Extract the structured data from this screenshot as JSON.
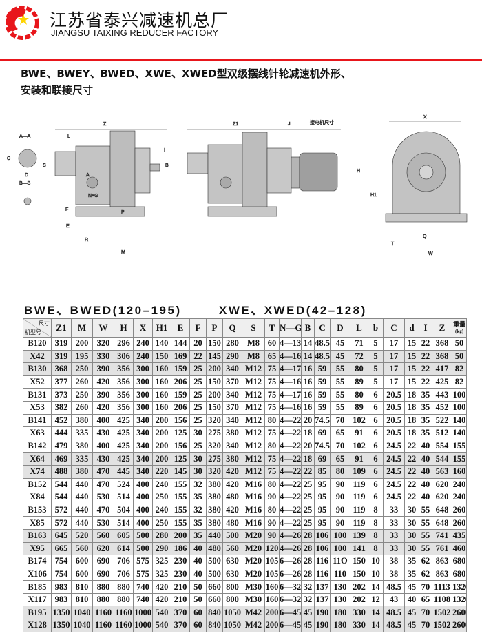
{
  "header": {
    "company_cn": "江苏省泰兴减速机总厂",
    "company_en": "JIANGSU TAIXING REDUCER FACTORY",
    "accent_color": "#e8161b"
  },
  "title": {
    "line1": "BWE、BWEY、BWED、XWE、XWED型双级摆线针轮减速机外形、",
    "line2": "安装和联接尺寸"
  },
  "drawings": {
    "labels": {
      "z": "Z",
      "z1": "Z1",
      "j": "J",
      "motor": "接电机尺寸",
      "x": "X",
      "h": "H",
      "h1": "H1",
      "q": "Q",
      "w": "W",
      "t": "T",
      "m": "M",
      "p": "P",
      "r": "R",
      "e": "E",
      "l": "L",
      "nxg": "N×G",
      "aa": "A—A",
      "bb": "B—B",
      "a": "A",
      "b": "B",
      "c": "C",
      "d": "D",
      "s": "S",
      "f": "F",
      "i": "I"
    }
  },
  "table": {
    "subtitle_left": "BWE、BWED(120–195)",
    "subtitle_right": "XWE、XWED(42–128)",
    "corner_top": "尺寸",
    "corner_bottom": "机型号",
    "columns": [
      "Z1",
      "M",
      "W",
      "H",
      "X",
      "H1",
      "E",
      "F",
      "P",
      "Q",
      "S",
      "T",
      "N—G",
      "B",
      "C",
      "D",
      "L",
      "b",
      "C",
      "d",
      "I",
      "Z"
    ],
    "weight_label": "重量",
    "weight_unit": "(kg)",
    "rows": [
      [
        "B120",
        "319",
        "200",
        "320",
        "296",
        "240",
        "140",
        "144",
        "20",
        "150",
        "280",
        "M8",
        "60",
        "4—13",
        "14",
        "48.5",
        "45",
        "71",
        "5",
        "17",
        "15",
        "22",
        "368",
        "50"
      ],
      [
        "X42",
        "319",
        "195",
        "330",
        "306",
        "240",
        "150",
        "169",
        "22",
        "145",
        "290",
        "M8",
        "65",
        "4—16",
        "14",
        "48.5",
        "45",
        "72",
        "5",
        "17",
        "15",
        "22",
        "368",
        "50"
      ],
      [
        "B130",
        "368",
        "250",
        "390",
        "356",
        "300",
        "160",
        "159",
        "25",
        "200",
        "340",
        "M12",
        "75",
        "4—17",
        "16",
        "59",
        "55",
        "80",
        "5",
        "17",
        "15",
        "22",
        "417",
        "82"
      ],
      [
        "X52",
        "377",
        "260",
        "420",
        "356",
        "300",
        "160",
        "206",
        "25",
        "150",
        "370",
        "M12",
        "75",
        "4—16",
        "16",
        "59",
        "55",
        "89",
        "5",
        "17",
        "15",
        "22",
        "425",
        "82"
      ],
      [
        "B131",
        "373",
        "250",
        "390",
        "356",
        "300",
        "160",
        "159",
        "25",
        "200",
        "340",
        "M12",
        "75",
        "4—17",
        "16",
        "59",
        "55",
        "80",
        "6",
        "20.5",
        "18",
        "35",
        "443",
        "100"
      ],
      [
        "X53",
        "382",
        "260",
        "420",
        "356",
        "300",
        "160",
        "206",
        "25",
        "150",
        "370",
        "M12",
        "75",
        "4—16",
        "16",
        "59",
        "55",
        "89",
        "6",
        "20.5",
        "18",
        "35",
        "452",
        "100"
      ],
      [
        "B141",
        "452",
        "380",
        "400",
        "425",
        "340",
        "200",
        "156",
        "25",
        "320",
        "340",
        "M12",
        "80",
        "4—22",
        "20",
        "74.5",
        "70",
        "102",
        "6",
        "20.5",
        "18",
        "35",
        "522",
        "140"
      ],
      [
        "X63",
        "444",
        "335",
        "430",
        "425",
        "340",
        "200",
        "125",
        "30",
        "275",
        "380",
        "M12",
        "75",
        "4—22",
        "18",
        "69",
        "65",
        "91",
        "6",
        "20.5",
        "18",
        "35",
        "512",
        "140"
      ],
      [
        "B142",
        "479",
        "380",
        "400",
        "425",
        "340",
        "200",
        "156",
        "25",
        "320",
        "340",
        "M12",
        "80",
        "4—22",
        "20",
        "74.5",
        "70",
        "102",
        "6",
        "24.5",
        "22",
        "40",
        "554",
        "155"
      ],
      [
        "X64",
        "469",
        "335",
        "430",
        "425",
        "340",
        "200",
        "125",
        "30",
        "275",
        "380",
        "M12",
        "75",
        "4—22",
        "18",
        "69",
        "65",
        "91",
        "6",
        "24.5",
        "22",
        "40",
        "544",
        "155"
      ],
      [
        "X74",
        "488",
        "380",
        "470",
        "445",
        "340",
        "220",
        "145",
        "30",
        "320",
        "420",
        "M12",
        "75",
        "4—22",
        "22",
        "85",
        "80",
        "109",
        "6",
        "24.5",
        "22",
        "40",
        "563",
        "160"
      ],
      [
        "B152",
        "544",
        "440",
        "470",
        "524",
        "400",
        "240",
        "155",
        "32",
        "380",
        "420",
        "M16",
        "80",
        "4—22",
        "25",
        "95",
        "90",
        "119",
        "6",
        "24.5",
        "22",
        "40",
        "620",
        "240"
      ],
      [
        "X84",
        "544",
        "440",
        "530",
        "514",
        "400",
        "250",
        "155",
        "35",
        "380",
        "480",
        "M16",
        "90",
        "4—22",
        "25",
        "95",
        "90",
        "119",
        "6",
        "24.5",
        "22",
        "40",
        "620",
        "240"
      ],
      [
        "B153",
        "572",
        "440",
        "470",
        "504",
        "400",
        "240",
        "155",
        "32",
        "380",
        "420",
        "M16",
        "80",
        "4—22",
        "25",
        "95",
        "90",
        "119",
        "8",
        "33",
        "30",
        "55",
        "648",
        "260"
      ],
      [
        "X85",
        "572",
        "440",
        "530",
        "514",
        "400",
        "250",
        "155",
        "35",
        "380",
        "480",
        "M16",
        "90",
        "4—22",
        "25",
        "95",
        "90",
        "119",
        "8",
        "33",
        "30",
        "55",
        "648",
        "260"
      ],
      [
        "B163",
        "645",
        "520",
        "560",
        "605",
        "500",
        "280",
        "200",
        "35",
        "440",
        "500",
        "M20",
        "90",
        "4—26",
        "28",
        "106",
        "100",
        "139",
        "8",
        "33",
        "30",
        "55",
        "741",
        "435"
      ],
      [
        "X95",
        "665",
        "560",
        "620",
        "614",
        "500",
        "290",
        "186",
        "40",
        "480",
        "560",
        "M20",
        "120",
        "4—26",
        "28",
        "106",
        "100",
        "141",
        "8",
        "33",
        "30",
        "55",
        "761",
        "460"
      ],
      [
        "B174",
        "754",
        "600",
        "690",
        "706",
        "575",
        "325",
        "230",
        "40",
        "500",
        "630",
        "M20",
        "105",
        "6—26",
        "28",
        "116",
        "11O",
        "150",
        "10",
        "38",
        "35",
        "62",
        "863",
        "680"
      ],
      [
        "X106",
        "754",
        "600",
        "690",
        "706",
        "575",
        "325",
        "230",
        "40",
        "500",
        "630",
        "M20",
        "105",
        "6—26",
        "28",
        "116",
        "110",
        "150",
        "10",
        "38",
        "35",
        "62",
        "863",
        "680"
      ],
      [
        "B185",
        "983",
        "810",
        "880",
        "880",
        "740",
        "420",
        "210",
        "50",
        "660",
        "800",
        "M30",
        "160",
        "6—32",
        "32",
        "137",
        "130",
        "202",
        "14",
        "48.5",
        "45",
        "70",
        "1113",
        "1320"
      ],
      [
        "X117",
        "983",
        "810",
        "880",
        "880",
        "740",
        "420",
        "210",
        "50",
        "660",
        "800",
        "M30",
        "160",
        "6—32",
        "32",
        "137",
        "130",
        "202",
        "12",
        "43",
        "40",
        "65",
        "1108",
        "1320"
      ],
      [
        "B195",
        "1350",
        "1040",
        "1160",
        "1160",
        "1000",
        "540",
        "370",
        "60",
        "840",
        "1050",
        "M42",
        "200",
        "6—45",
        "45",
        "190",
        "180",
        "330",
        "14",
        "48.5",
        "45",
        "70",
        "1502",
        "2600"
      ],
      [
        "X128",
        "1350",
        "1040",
        "1160",
        "1160",
        "1000",
        "540",
        "370",
        "60",
        "840",
        "1050",
        "M42",
        "200",
        "6—45",
        "45",
        "190",
        "180",
        "330",
        "14",
        "48.5",
        "45",
        "70",
        "1502",
        "2600"
      ]
    ]
  }
}
